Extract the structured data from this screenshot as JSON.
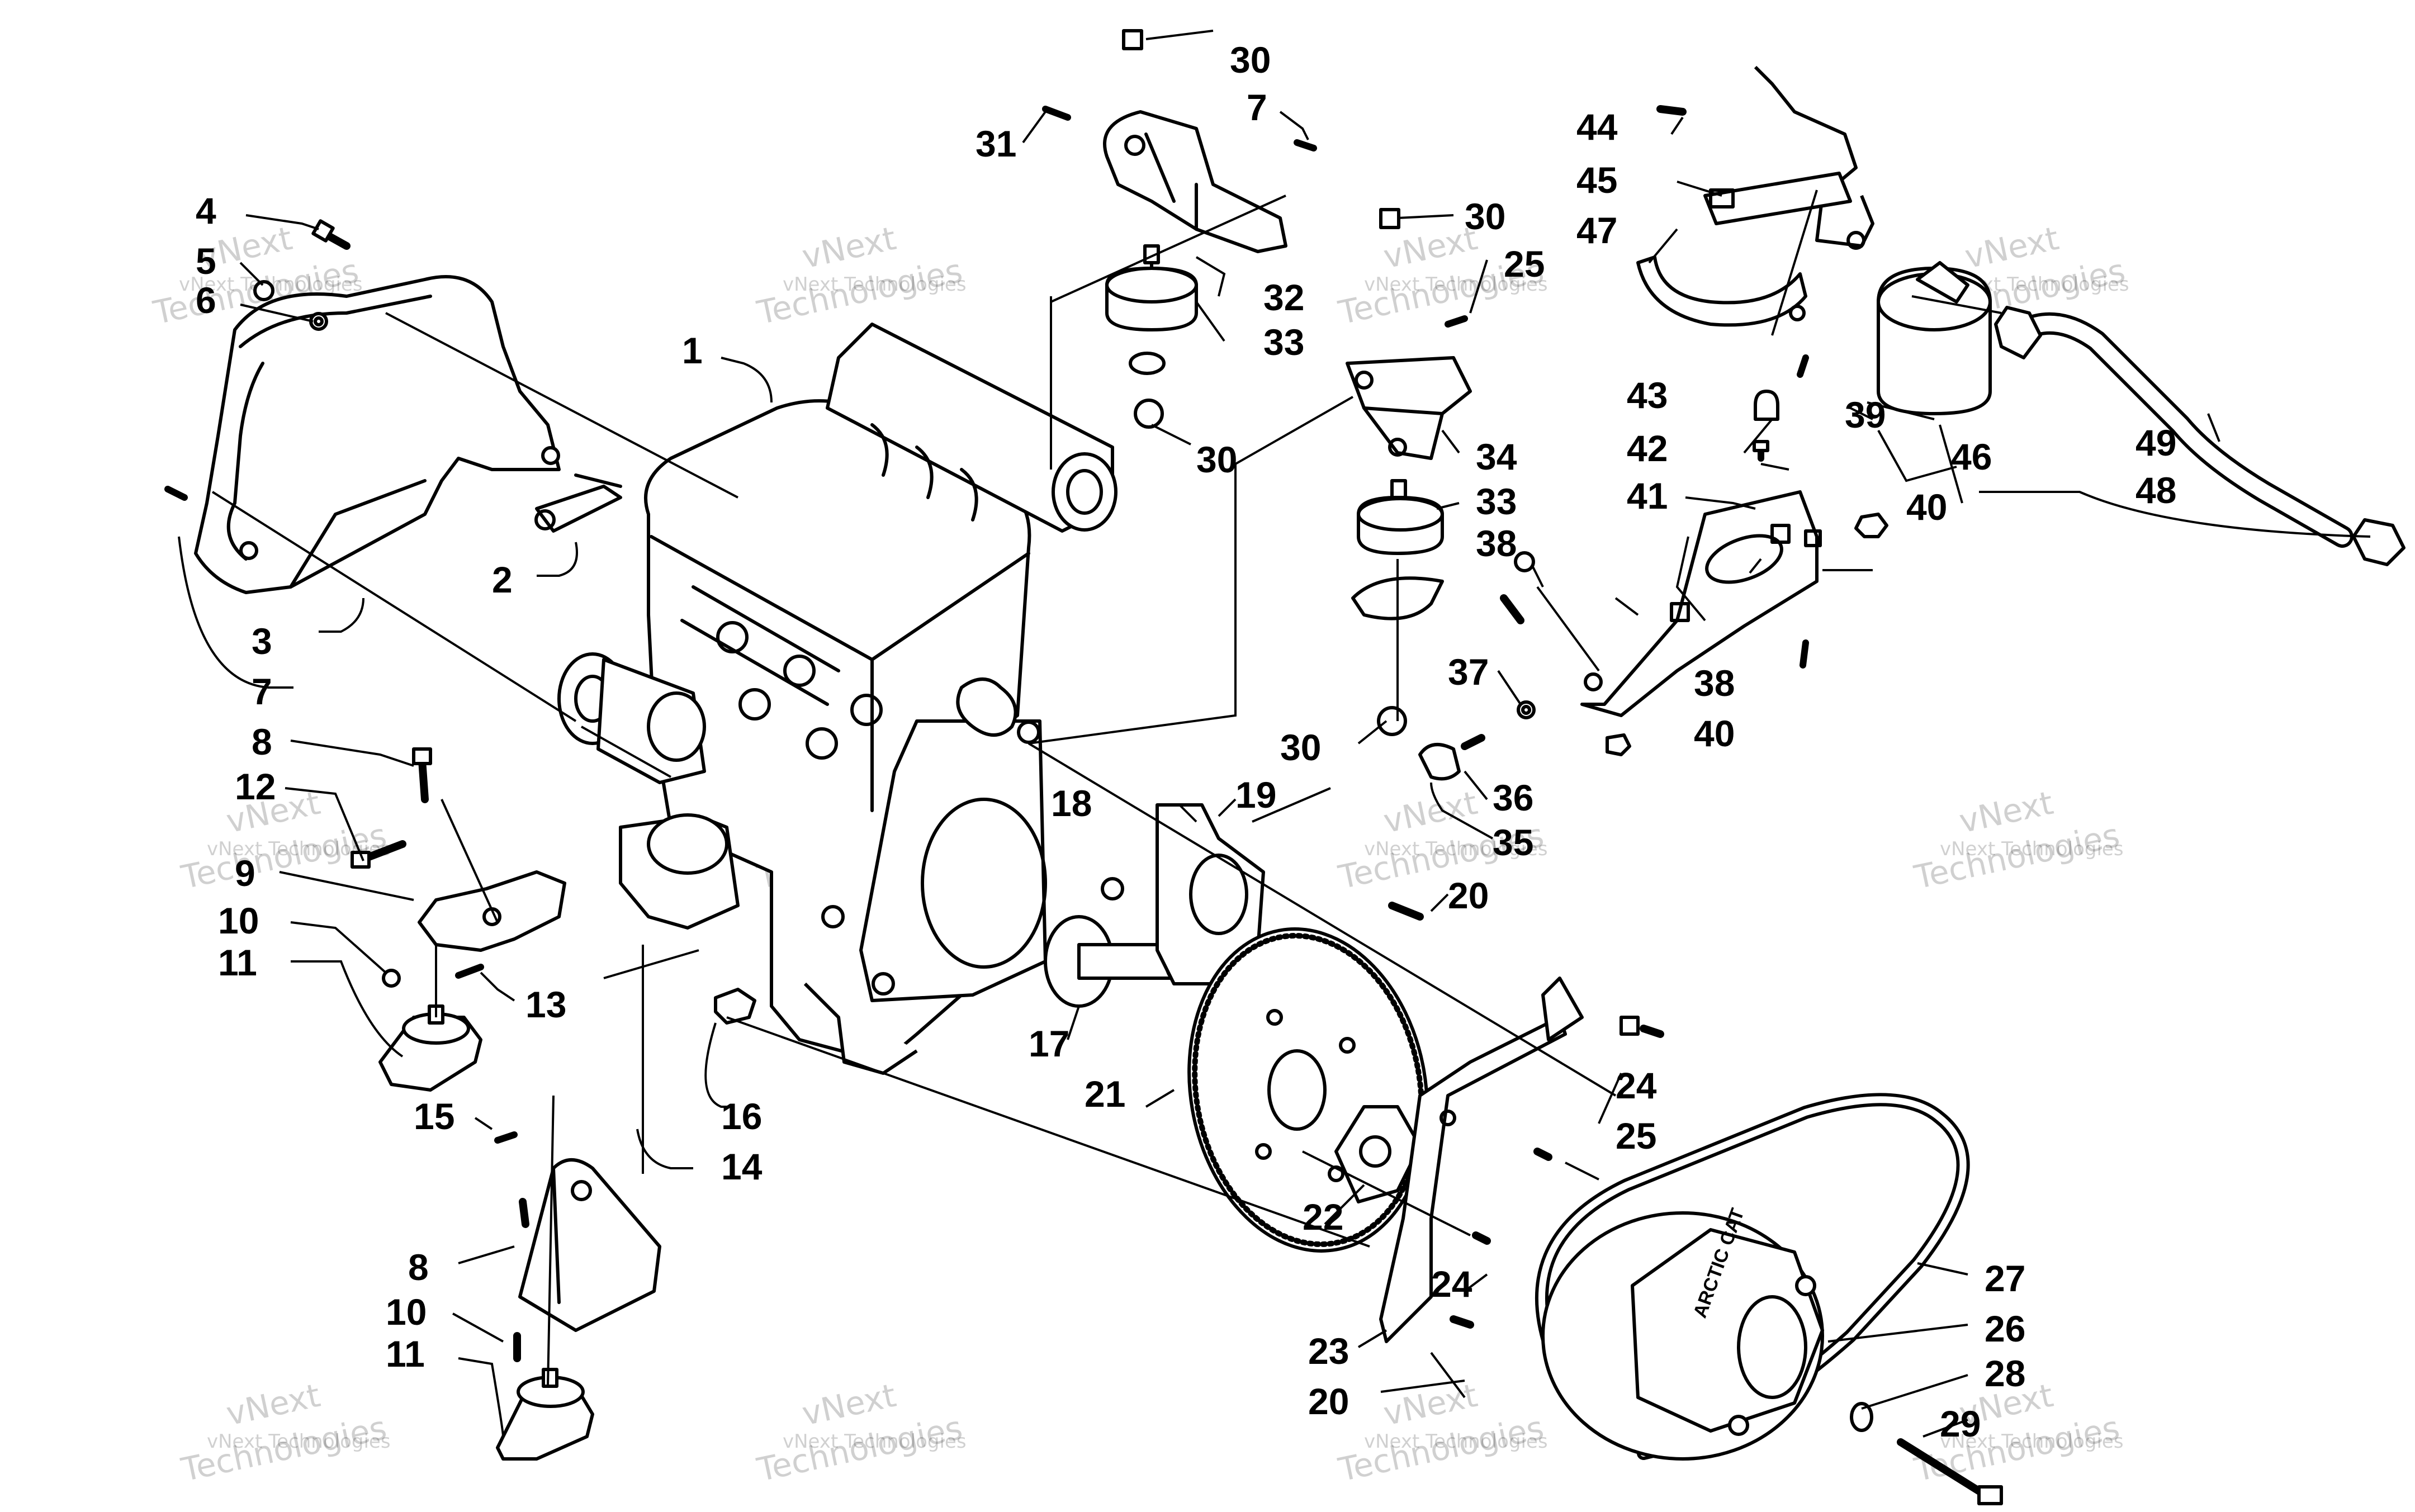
{
  "callouts": [
    {
      "id": "c1",
      "text": "1"
    },
    {
      "id": "c2",
      "text": "2"
    },
    {
      "id": "c3",
      "text": "3"
    },
    {
      "id": "c4",
      "text": "4"
    },
    {
      "id": "c5",
      "text": "5"
    },
    {
      "id": "c6",
      "text": "6"
    },
    {
      "id": "c7a",
      "text": "7"
    },
    {
      "id": "c7b",
      "text": "7"
    },
    {
      "id": "c8a",
      "text": "8"
    },
    {
      "id": "c8b",
      "text": "8"
    },
    {
      "id": "c9",
      "text": "9"
    },
    {
      "id": "c10a",
      "text": "10"
    },
    {
      "id": "c10b",
      "text": "10"
    },
    {
      "id": "c11a",
      "text": "11"
    },
    {
      "id": "c11b",
      "text": "11"
    },
    {
      "id": "c12",
      "text": "12"
    },
    {
      "id": "c13",
      "text": "13"
    },
    {
      "id": "c14",
      "text": "14"
    },
    {
      "id": "c15",
      "text": "15"
    },
    {
      "id": "c16",
      "text": "16"
    },
    {
      "id": "c17",
      "text": "17"
    },
    {
      "id": "c18",
      "text": "18"
    },
    {
      "id": "c19",
      "text": "19"
    },
    {
      "id": "c20a",
      "text": "20"
    },
    {
      "id": "c20b",
      "text": "20"
    },
    {
      "id": "c21",
      "text": "21"
    },
    {
      "id": "c22",
      "text": "22"
    },
    {
      "id": "c23",
      "text": "23"
    },
    {
      "id": "c24a",
      "text": "24"
    },
    {
      "id": "c24b",
      "text": "24"
    },
    {
      "id": "c25a",
      "text": "25"
    },
    {
      "id": "c25b",
      "text": "25"
    },
    {
      "id": "c26",
      "text": "26"
    },
    {
      "id": "c27",
      "text": "27"
    },
    {
      "id": "c28",
      "text": "28"
    },
    {
      "id": "c29",
      "text": "29"
    },
    {
      "id": "c30a",
      "text": "30"
    },
    {
      "id": "c30b",
      "text": "30"
    },
    {
      "id": "c30c",
      "text": "30"
    },
    {
      "id": "c30d",
      "text": "30"
    },
    {
      "id": "c31",
      "text": "31"
    },
    {
      "id": "c32",
      "text": "32"
    },
    {
      "id": "c33a",
      "text": "33"
    },
    {
      "id": "c33b",
      "text": "33"
    },
    {
      "id": "c34",
      "text": "34"
    },
    {
      "id": "c35",
      "text": "35"
    },
    {
      "id": "c36",
      "text": "36"
    },
    {
      "id": "c37",
      "text": "37"
    },
    {
      "id": "c38a",
      "text": "38"
    },
    {
      "id": "c38b",
      "text": "38"
    },
    {
      "id": "c39",
      "text": "39"
    },
    {
      "id": "c40a",
      "text": "40"
    },
    {
      "id": "c40b",
      "text": "40"
    },
    {
      "id": "c41",
      "text": "41"
    },
    {
      "id": "c42",
      "text": "42"
    },
    {
      "id": "c43",
      "text": "43"
    },
    {
      "id": "c44",
      "text": "44"
    },
    {
      "id": "c45",
      "text": "45"
    },
    {
      "id": "c46",
      "text": "46"
    },
    {
      "id": "c47",
      "text": "47"
    },
    {
      "id": "c48",
      "text": "48"
    },
    {
      "id": "c49",
      "text": "49"
    }
  ],
  "watermark": {
    "line1": "vNext Technologies",
    "line2": "vNext",
    "line3": "Technologies"
  },
  "belt_label": "ARCTIC CAT"
}
